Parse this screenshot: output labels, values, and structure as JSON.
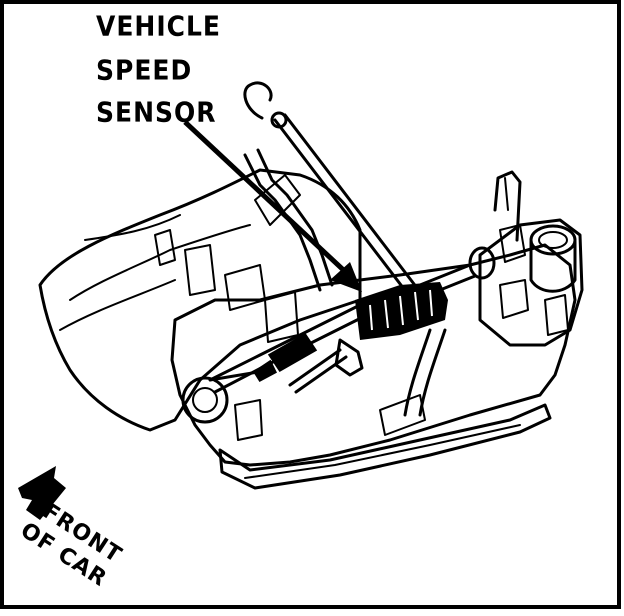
{
  "callout": {
    "line1": "VEHICLE",
    "line2": "SPEED",
    "line3": "SENSOR"
  },
  "direction": {
    "line1": "FRONT",
    "line2": "OF CAR"
  },
  "colors": {
    "ink": "#000000",
    "paper": "#ffffff"
  },
  "icons": {
    "direction": "front-arrow-icon"
  }
}
